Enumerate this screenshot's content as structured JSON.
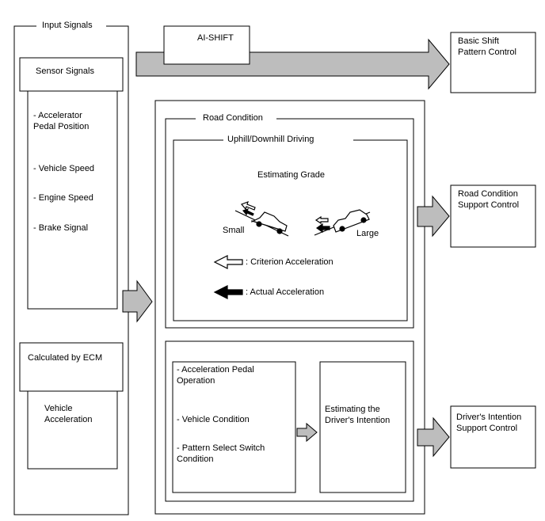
{
  "input_signals": {
    "title": "Input Signals",
    "sensor_signals": {
      "title": "Sensor Signals",
      "items": [
        "- Accelerator\nPedal Position",
        "- Vehicle Speed",
        "- Engine Speed",
        "- Brake Signal"
      ]
    },
    "calculated_by_ecm": {
      "title": "Calculated by ECM",
      "item": "Vehicle\nAcceleration"
    }
  },
  "ai_shift": {
    "label": "AI-SHIFT"
  },
  "outputs": {
    "basic": "Basic Shift\nPattern Control",
    "road": "Road Condition\nSupport Control",
    "driver": "Driver's Intention\nSupport Control"
  },
  "road_condition": {
    "title": "Road Condition",
    "uphill": {
      "title": "Uphill/Downhill Driving",
      "estimating_grade": "Estimating Grade",
      "small": "Small",
      "large": "Large",
      "legend": {
        "criterion": ": Criterion Acceleration",
        "actual": ": Actual Acceleration"
      }
    }
  },
  "driver_section": {
    "inputs": [
      "- Acceleration Pedal\nOperation",
      "- Vehicle Condition",
      "- Pattern Select Switch\nCondition"
    ],
    "estimating": "Estimating the\nDriver's Intention"
  }
}
